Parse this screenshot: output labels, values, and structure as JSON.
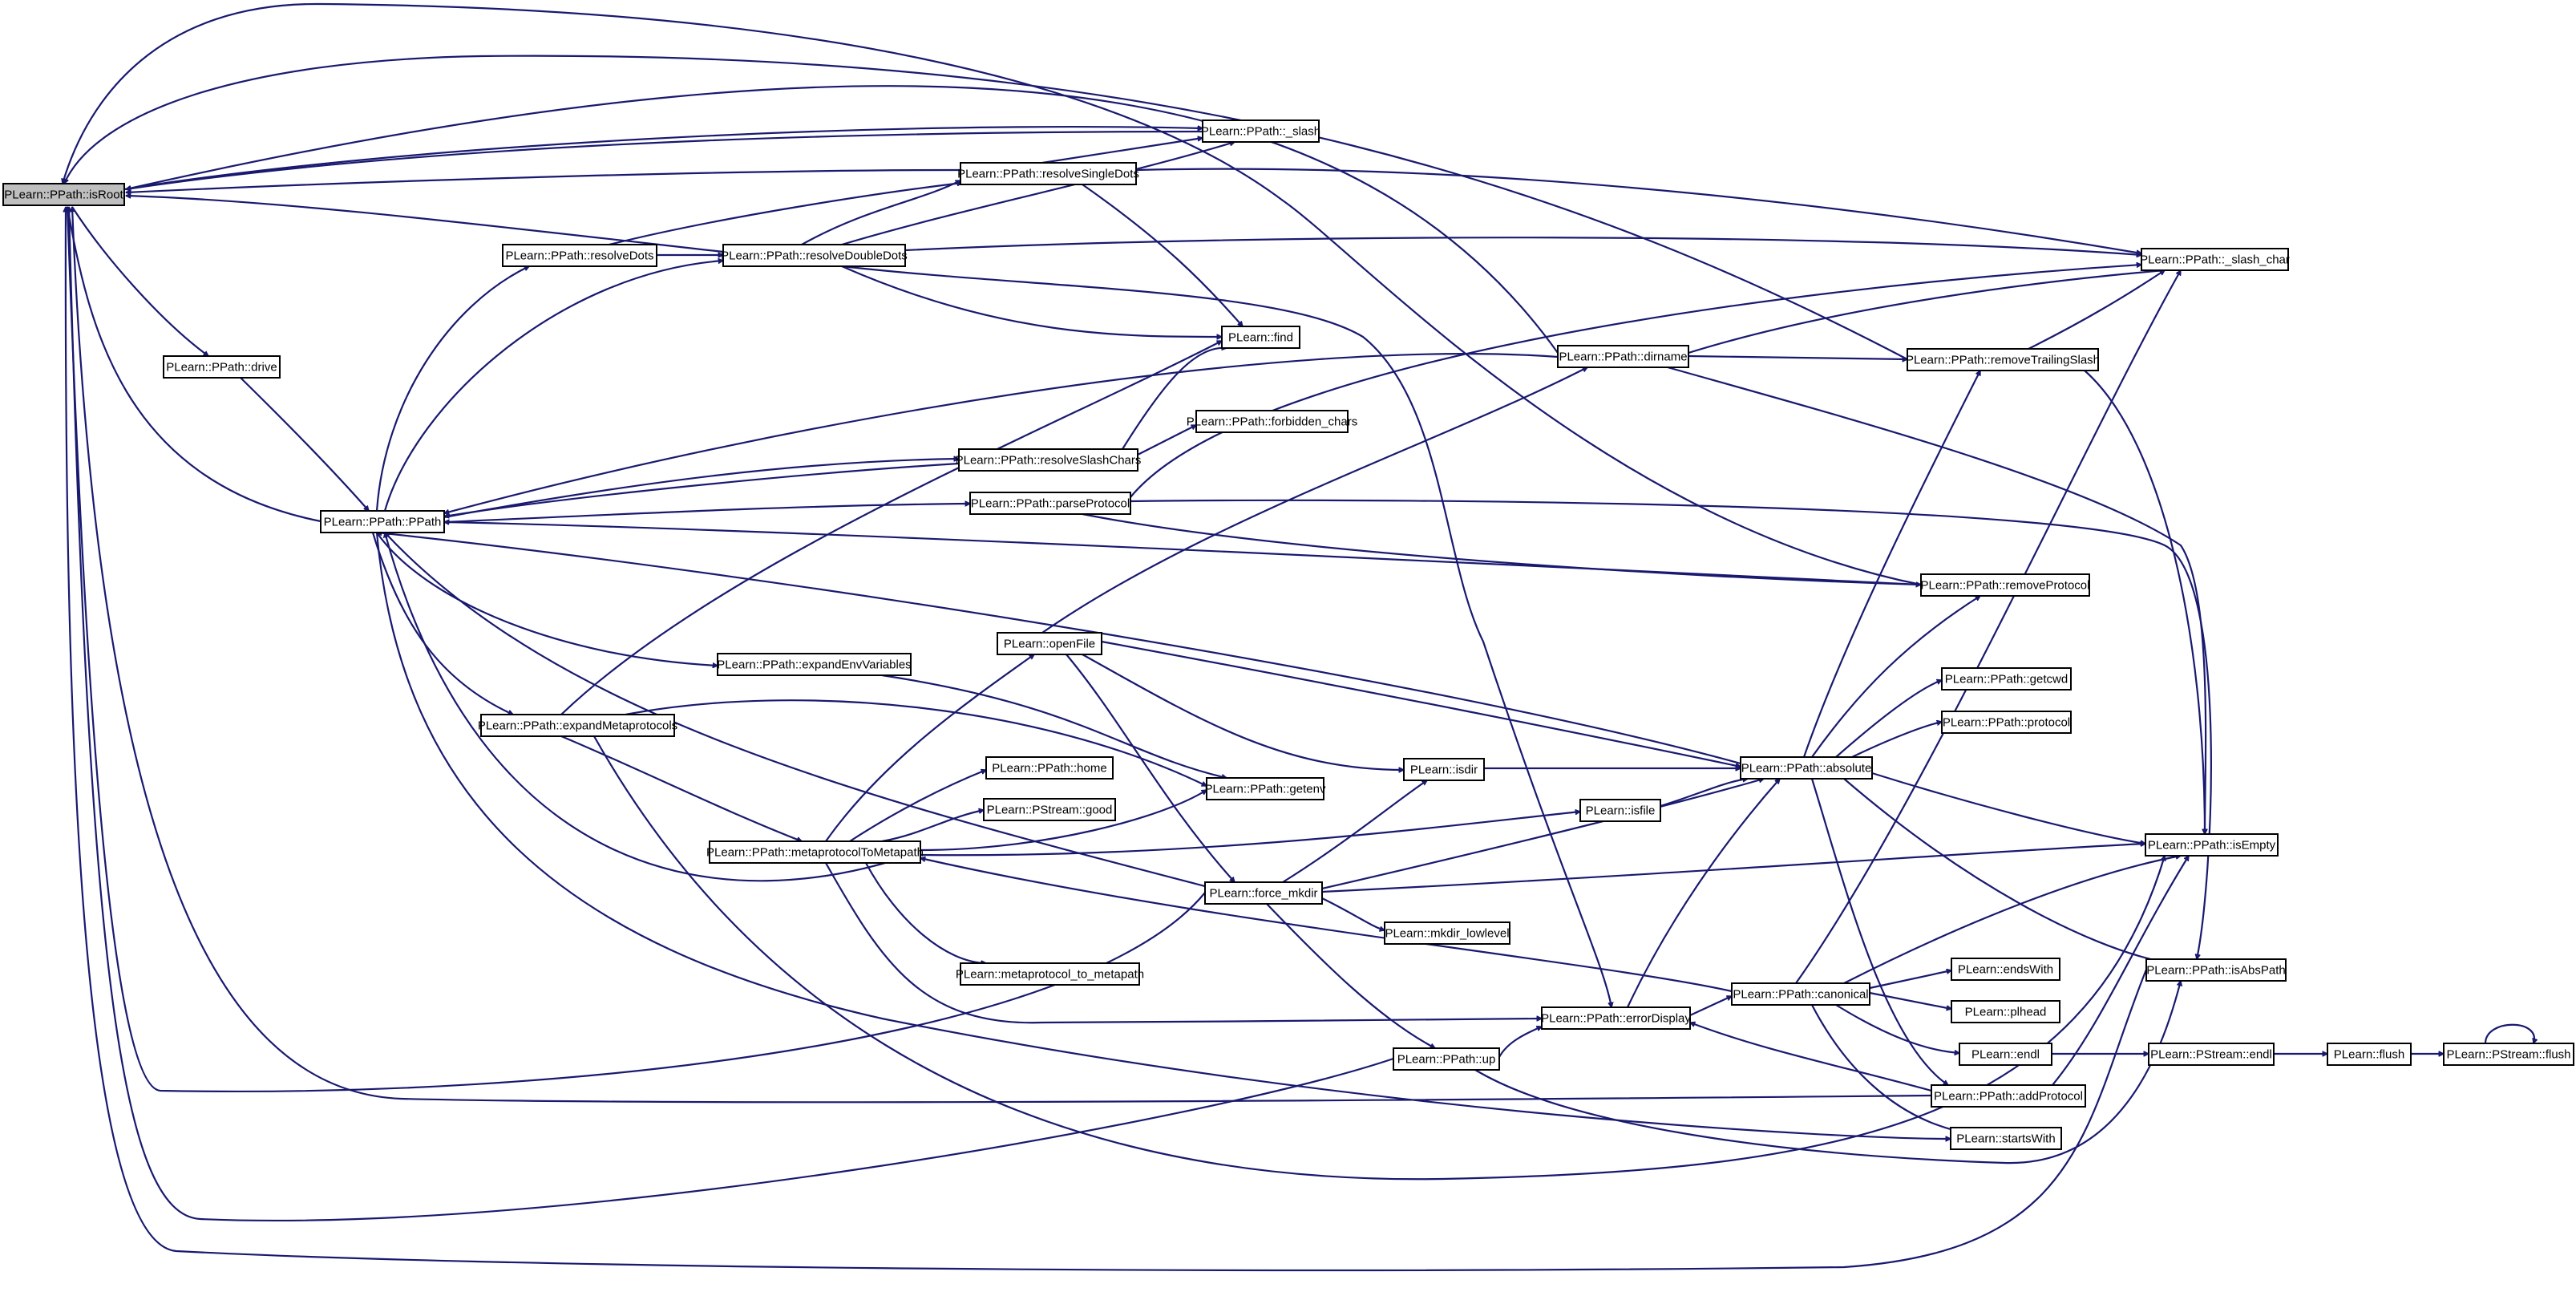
{
  "graph": {
    "colors": {
      "edge": "#191970",
      "node_border": "#000000",
      "root_fill": "#bfbfbf",
      "node_fill": "#ffffff"
    },
    "nodes": [
      {
        "id": "isRoot",
        "label": "PLearn::PPath::isRoot",
        "root": true
      },
      {
        "id": "slash",
        "label": "PLearn::PPath::_slash"
      },
      {
        "id": "resolveSingleDots",
        "label": "PLearn::PPath::resolveSingleDots"
      },
      {
        "id": "resolveDots",
        "label": "PLearn::PPath::resolveDots"
      },
      {
        "id": "resolveDoubleDots",
        "label": "PLearn::PPath::resolveDoubleDots"
      },
      {
        "id": "slash_char",
        "label": "PLearn::PPath::_slash_char"
      },
      {
        "id": "find",
        "label": "PLearn::find"
      },
      {
        "id": "dirname",
        "label": "PLearn::PPath::dirname"
      },
      {
        "id": "removeTrailingSlash",
        "label": "PLearn::PPath::removeTrailingSlash"
      },
      {
        "id": "drive",
        "label": "PLearn::PPath::drive"
      },
      {
        "id": "forbidden_chars",
        "label": "PLearn::PPath::forbidden_chars"
      },
      {
        "id": "resolveSlashChars",
        "label": "PLearn::PPath::resolveSlashChars"
      },
      {
        "id": "PPath",
        "label": "PLearn::PPath::PPath"
      },
      {
        "id": "parseProtocol",
        "label": "PLearn::PPath::parseProtocol"
      },
      {
        "id": "removeProtocol",
        "label": "PLearn::PPath::removeProtocol"
      },
      {
        "id": "openFile",
        "label": "PLearn::openFile"
      },
      {
        "id": "expandEnvVariables",
        "label": "PLearn::PPath::expandEnvVariables"
      },
      {
        "id": "getcwd",
        "label": "PLearn::PPath::getcwd"
      },
      {
        "id": "expandMetaprotocols",
        "label": "PLearn::PPath::expandMetaprotocols"
      },
      {
        "id": "protocol",
        "label": "PLearn::PPath::protocol"
      },
      {
        "id": "home",
        "label": "PLearn::PPath::home"
      },
      {
        "id": "isdir",
        "label": "PLearn::isdir"
      },
      {
        "id": "absolute",
        "label": "PLearn::PPath::absolute"
      },
      {
        "id": "getenv",
        "label": "PLearn::PPath::getenv"
      },
      {
        "id": "good",
        "label": "PLearn::PStream::good"
      },
      {
        "id": "isfile",
        "label": "PLearn::isfile"
      },
      {
        "id": "metaprotocolToMetapath",
        "label": "PLearn::PPath::metaprotocolToMetapath"
      },
      {
        "id": "isEmpty",
        "label": "PLearn::PPath::isEmpty"
      },
      {
        "id": "force_mkdir",
        "label": "PLearn::force_mkdir"
      },
      {
        "id": "mkdir_lowlevel",
        "label": "PLearn::mkdir_lowlevel"
      },
      {
        "id": "metaprotocol_to_metapath",
        "label": "PLearn::metaprotocol_to_metapath"
      },
      {
        "id": "endsWith",
        "label": "PLearn::endsWith"
      },
      {
        "id": "canonical",
        "label": "PLearn::PPath::canonical"
      },
      {
        "id": "isAbsPath",
        "label": "PLearn::PPath::isAbsPath"
      },
      {
        "id": "plhead",
        "label": "PLearn::plhead"
      },
      {
        "id": "errorDisplay",
        "label": "PLearn::PPath::errorDisplay"
      },
      {
        "id": "endl",
        "label": "PLearn::endl"
      },
      {
        "id": "pstream_endl",
        "label": "PLearn::PStream::endl"
      },
      {
        "id": "flush",
        "label": "PLearn::flush"
      },
      {
        "id": "pstream_flush",
        "label": "PLearn::PStream::flush"
      },
      {
        "id": "up",
        "label": "PLearn::PPath::up"
      },
      {
        "id": "addProtocol",
        "label": "PLearn::PPath::addProtocol"
      },
      {
        "id": "startsWith",
        "label": "PLearn::startsWith"
      }
    ]
  }
}
